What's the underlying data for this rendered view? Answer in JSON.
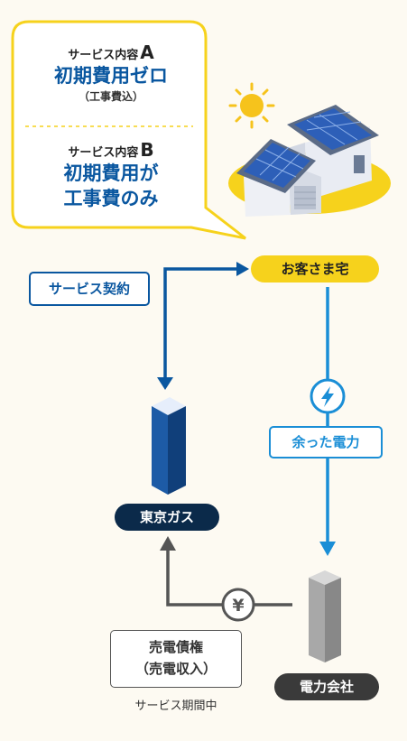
{
  "service_a": {
    "label": "サービス内容",
    "letter": "A",
    "title": "初期費用ゼロ",
    "note": "（工事費込）"
  },
  "service_b": {
    "label": "サービス内容",
    "letter": "B",
    "title_line1": "初期費用が",
    "title_line2": "工事費のみ"
  },
  "nodes": {
    "customer": "お客さま宅",
    "tokyo_gas": "東京ガス",
    "power_company": "電力会社"
  },
  "labels": {
    "service_contract": "サービス契約",
    "surplus_power": "余った電力",
    "credit_line1": "売電債権",
    "credit_line2": "（売電収入）",
    "service_period": "サービス期間中"
  },
  "colors": {
    "yellow": "#f6d21c",
    "blue": "#0a57a0",
    "light_blue": "#1a8ed6",
    "gray": "#555555",
    "navy": "#0b2a4a"
  },
  "icons": {
    "power_flow": "lightning-icon",
    "payment": "yen-icon",
    "sun": "sun-icon"
  }
}
